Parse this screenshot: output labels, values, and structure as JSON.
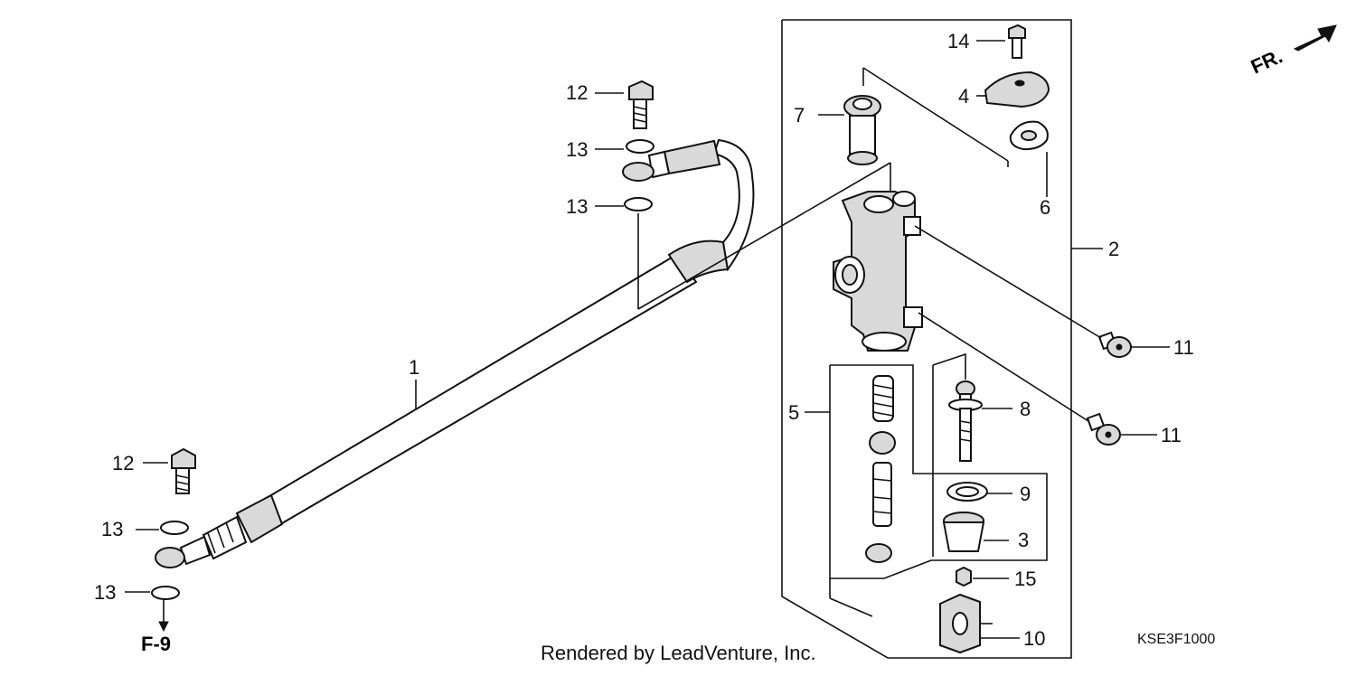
{
  "diagram": {
    "callouts": {
      "c1": "1",
      "c2": "2",
      "c3": "3",
      "c4": "4",
      "c5": "5",
      "c6": "6",
      "c7": "7",
      "c8": "8",
      "c9": "9",
      "c10": "10",
      "c11a": "11",
      "c11b": "11",
      "c12a": "12",
      "c12b": "12",
      "c13a": "13",
      "c13b": "13",
      "c13c": "13",
      "c13d": "13",
      "c14": "14",
      "c15": "15"
    },
    "front_indicator": "FR.",
    "page_ref": "F-9",
    "diagram_code": "KSE3F1000",
    "credit": "Rendered by LeadVenture, Inc."
  }
}
